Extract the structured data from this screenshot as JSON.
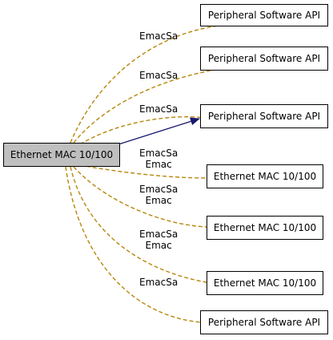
{
  "center_node": {
    "label": "Ethernet MAC 10/100",
    "fill": "#bfbfbf"
  },
  "nodes": [
    {
      "label": "Peripheral Software API",
      "edge_labels": [
        "EmacSa"
      ],
      "edge_style": "dashed",
      "edge_color": "#b8860b"
    },
    {
      "label": "Peripheral Software API",
      "edge_labels": [
        "EmacSa"
      ],
      "edge_style": "dashed",
      "edge_color": "#b8860b"
    },
    {
      "label": "Peripheral Software API",
      "edge_labels": [
        "EmacSa"
      ],
      "edge_style": "mixed-solid-arrow",
      "edge_color": "#191970"
    },
    {
      "label": "Ethernet MAC 10/100",
      "edge_labels": [
        "EmacSa",
        "Emac"
      ],
      "edge_style": "dashed",
      "edge_color": "#b8860b"
    },
    {
      "label": "Ethernet MAC 10/100",
      "edge_labels": [
        "EmacSa",
        "Emac"
      ],
      "edge_style": "dashed",
      "edge_color": "#b8860b"
    },
    {
      "label": "Ethernet MAC 10/100",
      "edge_labels": [
        "EmacSa",
        "Emac"
      ],
      "edge_style": "dashed",
      "edge_color": "#b8860b"
    },
    {
      "label": "Peripheral Software API",
      "edge_labels": [
        "EmacSa"
      ],
      "edge_style": "dashed",
      "edge_color": "#b8860b"
    }
  ]
}
